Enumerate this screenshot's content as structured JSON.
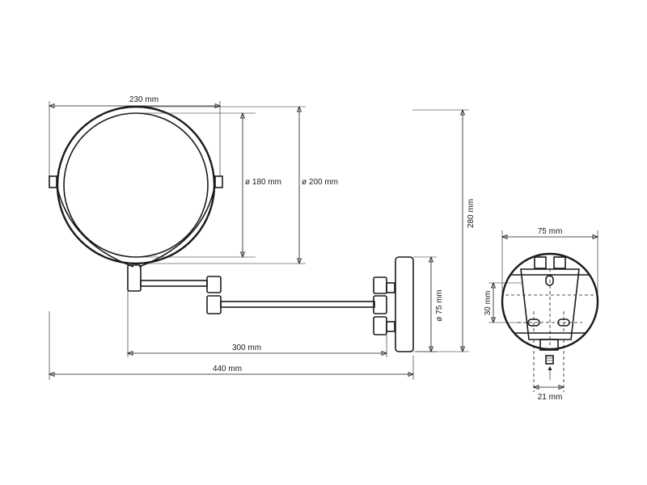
{
  "dimensions": {
    "mirror_width": "230 mm",
    "glass_diameter": "ø 180 mm",
    "mirror_diameter": "ø 200 mm",
    "total_height": "280 mm",
    "arm_length": "300 mm",
    "total_length": "440 mm",
    "base_diameter": "ø 75 mm",
    "detail_width": "75 mm",
    "hole_spacing": "30 mm",
    "screw_offset": "21 mm"
  }
}
